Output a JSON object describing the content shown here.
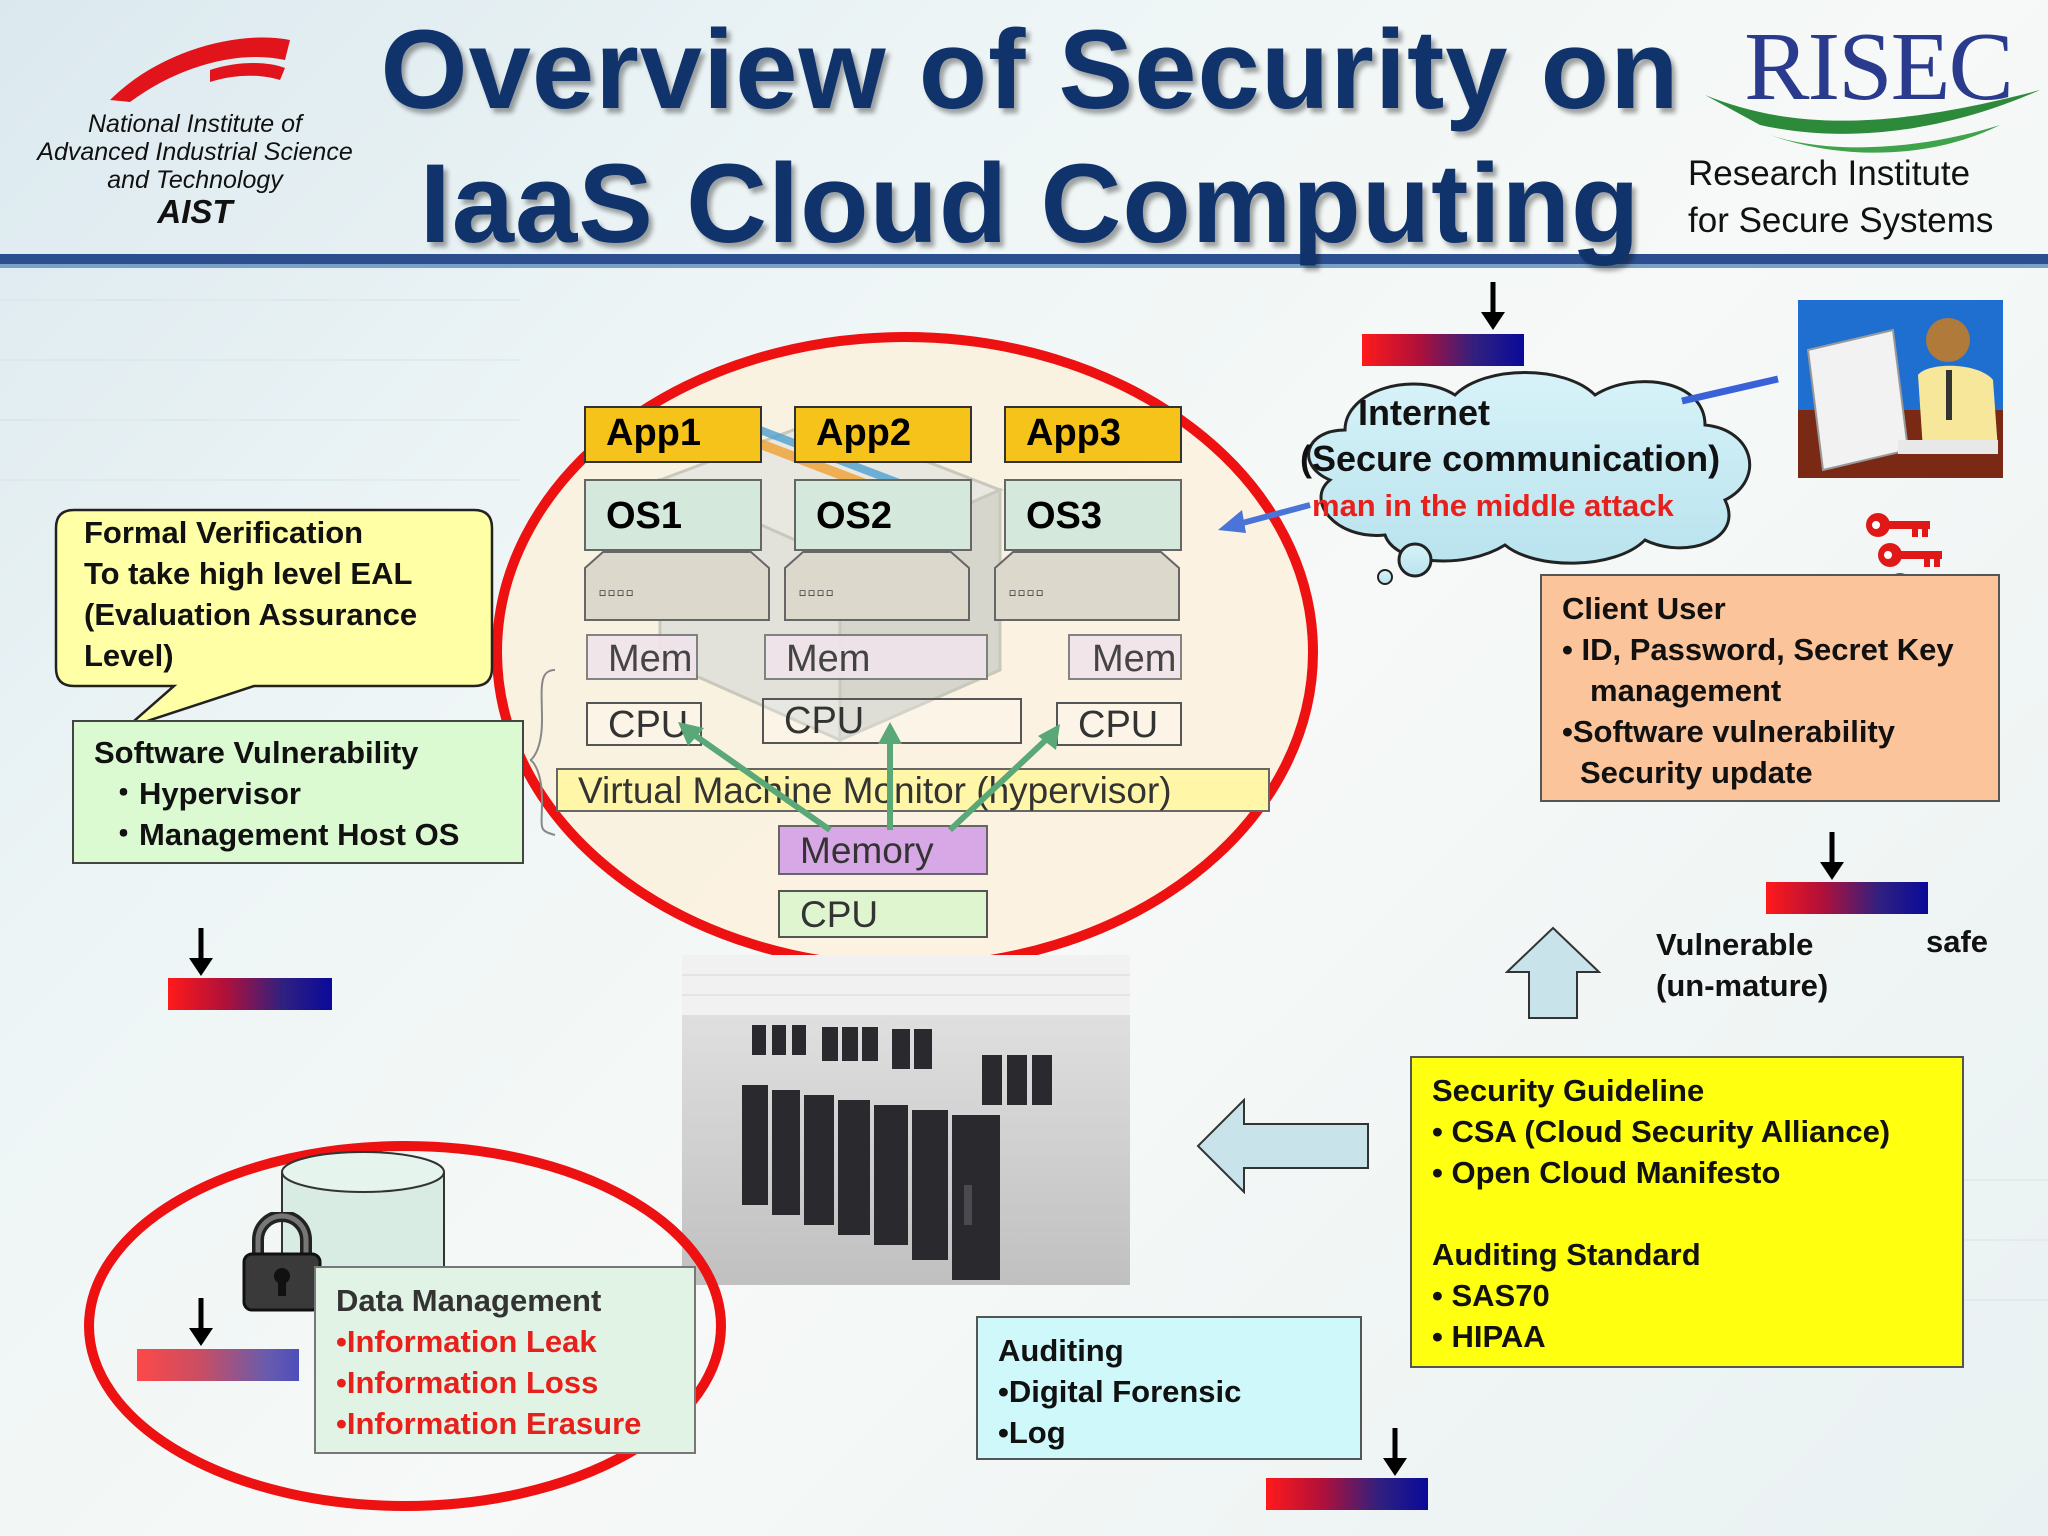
{
  "header": {
    "title_line1": "Overview of Security on",
    "title_line2": "IaaS Cloud Computing",
    "aist": {
      "line1": "National Institute of",
      "line2": "Advanced Industrial Science",
      "line3": "and Technology",
      "abbr": "AIST"
    },
    "risec": {
      "logo": "RISEC",
      "line1": "Research Institute",
      "line2": "for Secure Systems"
    }
  },
  "stack": {
    "apps": [
      "App1",
      "App2",
      "App3"
    ],
    "oses": [
      "OS1",
      "OS2",
      "OS3"
    ],
    "mems": [
      "Mem",
      "Mem",
      "Mem"
    ],
    "cpus": [
      "CPU",
      "CPU",
      "CPU"
    ],
    "vmm": "Virtual Machine Monitor (hypervisor)",
    "memory": "Memory",
    "cpu": "CPU",
    "server_dots": "▫▫▫▫"
  },
  "internet": {
    "title": "Internet",
    "subtitle": "(Secure communication)",
    "attack": "man in the middle attack"
  },
  "formal": {
    "line1": "Formal Verification",
    "line2": "To take high level EAL",
    "line3": "(Evaluation Assurance",
    "line4": "Level)"
  },
  "software": {
    "title": "Software Vulnerability",
    "item1": "・Hypervisor",
    "item2": "・Management  Host OS"
  },
  "client": {
    "title": "Client User",
    "item1a": "• ID, Password, Secret Key",
    "item1b": "management",
    "item2a": "•Software vulnerability",
    "item2b": "Security update"
  },
  "scale": {
    "vulnerable": "Vulnerable",
    "unmature": "(un-mature)",
    "safe": "safe"
  },
  "guideline": {
    "title": "Security Guideline",
    "item1": "• CSA (Cloud Security Alliance)",
    "item2": "• Open Cloud Manifesto",
    "title2": "Auditing Standard",
    "item3": "• SAS70",
    "item4": "• HIPAA"
  },
  "auditing": {
    "title": "Auditing",
    "item1": "•Digital Forensic",
    "item2": "•Log"
  },
  "datamgmt": {
    "title": "Data Management",
    "item1": "•Information Leak",
    "item2": "•Information Loss",
    "item3": "•Information Erasure"
  },
  "colors": {
    "title": "#10336b",
    "app": "#f5c31a",
    "os": "#d4e8dc",
    "mem": "#f0e4ea",
    "vmm": "#fff6a8",
    "memory": "#d8a8e6",
    "cpu": "#dff5d0",
    "callout": "#ffffa6",
    "software": "#dcfad2",
    "client": "#fbc49a",
    "guideline": "#ffff10",
    "auditing": "#cff8fa",
    "datamgmt": "#e0f3e4",
    "ellipse": "#ee1111",
    "alert_text": "#e8201c"
  }
}
